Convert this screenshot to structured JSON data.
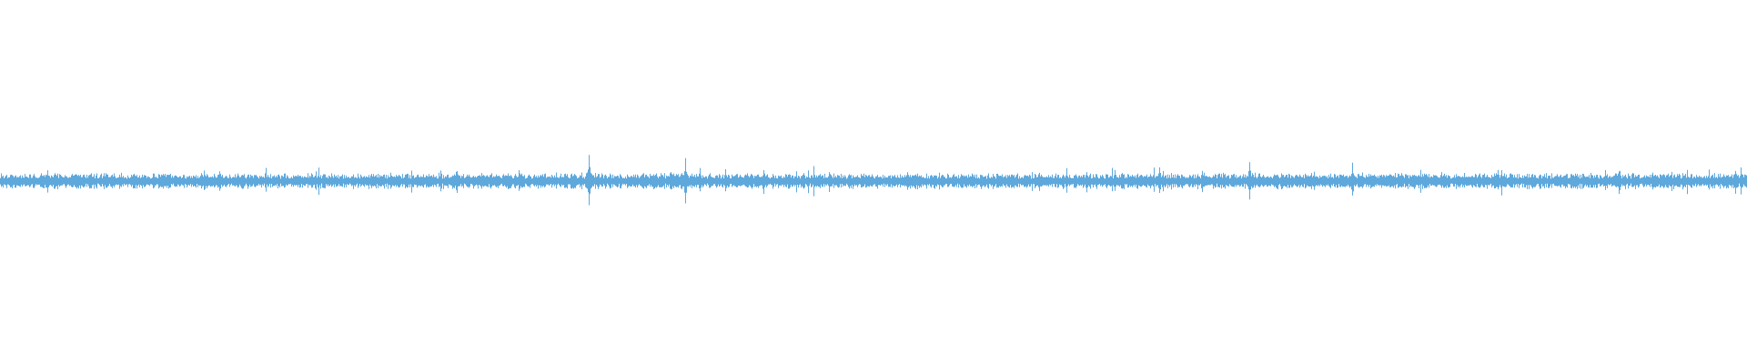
{
  "waveform": {
    "color": "#5ea8dc",
    "background": "#ffffff",
    "samples_per_pixel": 1,
    "baseline_amplitude": 0.03,
    "spikes": [
      {
        "at": 0.027,
        "amp": 0.05
      },
      {
        "at": 0.337,
        "amp": 0.12
      },
      {
        "at": 0.392,
        "amp": 0.1
      },
      {
        "at": 0.415,
        "amp": 0.05
      },
      {
        "at": 0.437,
        "amp": 0.06
      },
      {
        "at": 0.622,
        "amp": 0.05
      },
      {
        "at": 0.638,
        "amp": 0.05
      },
      {
        "at": 0.688,
        "amp": 0.05
      },
      {
        "at": 0.715,
        "amp": 0.08
      },
      {
        "at": 0.752,
        "amp": 0.04
      },
      {
        "at": 0.774,
        "amp": 0.08
      },
      {
        "at": 0.847,
        "amp": 0.04
      },
      {
        "at": 0.946,
        "amp": 0.04
      }
    ]
  }
}
